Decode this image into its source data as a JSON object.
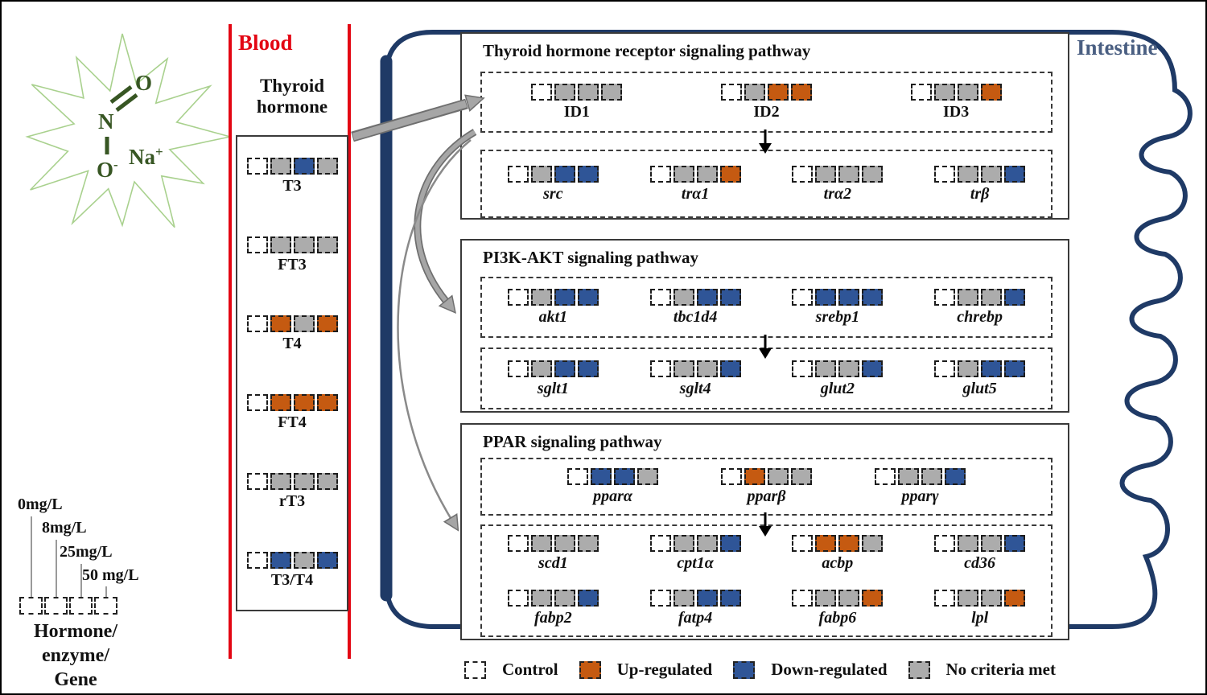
{
  "colors": {
    "control": "#ffffff",
    "up": "#c55a11",
    "down": "#2f5597",
    "none": "#acacac",
    "blood_red": "#e30613",
    "intestine_navy": "#1f3a66",
    "intestine_label": "#4a5f82",
    "molecule_dark_green": "#375623",
    "starburst_light_green": "#a9d18e",
    "arrow_gray": "#a6a6a6"
  },
  "molecule": {
    "o_top": "O",
    "n": "N",
    "o_bottom": "O",
    "o_bottom_charge": "-",
    "na": "Na",
    "na_charge": "+"
  },
  "legend_doses": {
    "labels": [
      "0mg/L",
      "8mg/L",
      "25mg/L",
      "50 mg/L"
    ],
    "caption_lines": [
      "Hormone/",
      "enzyme/",
      "Gene"
    ]
  },
  "blood": {
    "title": "Blood",
    "subtitle": "Thyroid hormone",
    "hormones": [
      {
        "label": "T3",
        "cells": [
          "c",
          "n",
          "d",
          "n"
        ]
      },
      {
        "label": "FT3",
        "cells": [
          "c",
          "n",
          "n",
          "n"
        ]
      },
      {
        "label": "T4",
        "cells": [
          "c",
          "u",
          "n",
          "u"
        ]
      },
      {
        "label": "FT4",
        "cells": [
          "c",
          "u",
          "u",
          "u"
        ]
      },
      {
        "label": "rT3",
        "cells": [
          "c",
          "n",
          "n",
          "n"
        ]
      },
      {
        "label": "T3/T4",
        "cells": [
          "c",
          "d",
          "n",
          "d"
        ]
      }
    ]
  },
  "intestine": {
    "label": "Intestine"
  },
  "pathways": [
    {
      "title": "Thyroid hormone receptor signaling pathway",
      "boxes": [
        {
          "rows": [
            {
              "italic": false,
              "tight": false,
              "genes": [
                {
                  "label": "ID1",
                  "cells": [
                    "c",
                    "n",
                    "n",
                    "n"
                  ]
                },
                {
                  "label": "ID2",
                  "cells": [
                    "c",
                    "n",
                    "u",
                    "u"
                  ]
                },
                {
                  "label": "ID3",
                  "cells": [
                    "c",
                    "n",
                    "n",
                    "u"
                  ]
                }
              ]
            }
          ]
        },
        {
          "rows": [
            {
              "italic": true,
              "tight": false,
              "genes": [
                {
                  "label": "src",
                  "cells": [
                    "c",
                    "n",
                    "d",
                    "d"
                  ]
                },
                {
                  "label": "trα1",
                  "cells": [
                    "c",
                    "n",
                    "n",
                    "u"
                  ]
                },
                {
                  "label": "trα2",
                  "cells": [
                    "c",
                    "n",
                    "n",
                    "n"
                  ]
                },
                {
                  "label": "trβ",
                  "cells": [
                    "c",
                    "n",
                    "n",
                    "d"
                  ]
                }
              ]
            }
          ]
        }
      ]
    },
    {
      "title": "PI3K-AKT signaling pathway",
      "boxes": [
        {
          "rows": [
            {
              "italic": true,
              "tight": false,
              "genes": [
                {
                  "label": "akt1",
                  "cells": [
                    "c",
                    "n",
                    "d",
                    "d"
                  ]
                },
                {
                  "label": "tbc1d4",
                  "cells": [
                    "c",
                    "n",
                    "d",
                    "d"
                  ]
                },
                {
                  "label": "srebp1",
                  "cells": [
                    "c",
                    "d",
                    "d",
                    "d"
                  ]
                },
                {
                  "label": "chrebp",
                  "cells": [
                    "c",
                    "n",
                    "n",
                    "d"
                  ]
                }
              ]
            }
          ]
        },
        {
          "rows": [
            {
              "italic": true,
              "tight": false,
              "genes": [
                {
                  "label": "sglt1",
                  "cells": [
                    "c",
                    "n",
                    "d",
                    "d"
                  ]
                },
                {
                  "label": "sglt4",
                  "cells": [
                    "c",
                    "n",
                    "n",
                    "d"
                  ]
                },
                {
                  "label": "glut2",
                  "cells": [
                    "c",
                    "n",
                    "n",
                    "d"
                  ]
                },
                {
                  "label": "glut5",
                  "cells": [
                    "c",
                    "n",
                    "d",
                    "d"
                  ]
                }
              ]
            }
          ]
        }
      ]
    },
    {
      "title": "PPAR signaling pathway",
      "boxes": [
        {
          "rows": [
            {
              "italic": true,
              "tight": true,
              "genes": [
                {
                  "label": "pparα",
                  "cells": [
                    "c",
                    "d",
                    "d",
                    "n"
                  ]
                },
                {
                  "label": "pparβ",
                  "cells": [
                    "c",
                    "u",
                    "n",
                    "n"
                  ]
                },
                {
                  "label": "pparγ",
                  "cells": [
                    "c",
                    "n",
                    "n",
                    "d"
                  ]
                }
              ]
            }
          ]
        },
        {
          "rows": [
            {
              "italic": true,
              "tight": false,
              "genes": [
                {
                  "label": "scd1",
                  "cells": [
                    "c",
                    "n",
                    "n",
                    "n"
                  ]
                },
                {
                  "label": "cpt1α",
                  "cells": [
                    "c",
                    "n",
                    "n",
                    "d"
                  ]
                },
                {
                  "label": "acbp",
                  "cells": [
                    "c",
                    "u",
                    "u",
                    "n"
                  ]
                },
                {
                  "label": "cd36",
                  "cells": [
                    "c",
                    "n",
                    "n",
                    "d"
                  ]
                }
              ]
            },
            {
              "italic": true,
              "tight": false,
              "genes": [
                {
                  "label": "fabp2",
                  "cells": [
                    "c",
                    "n",
                    "n",
                    "d"
                  ]
                },
                {
                  "label": "fatp4",
                  "cells": [
                    "c",
                    "n",
                    "d",
                    "d"
                  ]
                },
                {
                  "label": "fabp6",
                  "cells": [
                    "c",
                    "n",
                    "n",
                    "u"
                  ]
                },
                {
                  "label": "lpl",
                  "cells": [
                    "c",
                    "n",
                    "n",
                    "u"
                  ]
                }
              ]
            }
          ]
        }
      ]
    }
  ],
  "legend": [
    {
      "label": "Control",
      "state": "c"
    },
    {
      "label": "Up-regulated",
      "state": "u"
    },
    {
      "label": "Down-regulated",
      "state": "d"
    },
    {
      "label": "No criteria met",
      "state": "n"
    }
  ]
}
